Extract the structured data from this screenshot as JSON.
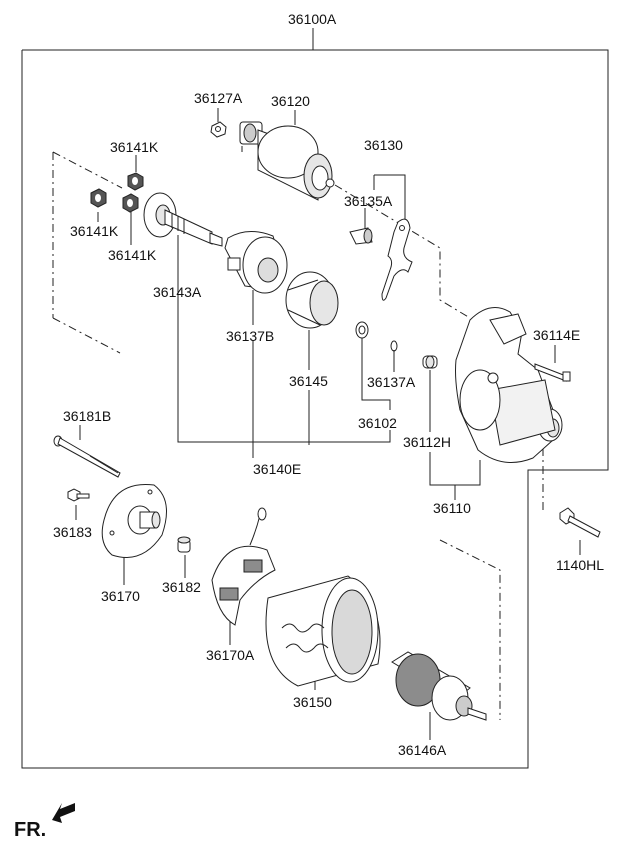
{
  "labels": {
    "assembly": "36100A",
    "nut_36127A": "36127A",
    "solenoid": "36120",
    "lever_set": "36130",
    "spring_36135A": "36135A",
    "nut_k_top": "36141K",
    "nut_k_left": "36141K",
    "nut_k_mid": "36141K",
    "shaft": "36143A",
    "gear_housing": "36137B",
    "pinion": "36145",
    "washer_kit": "36102",
    "ring_36137A": "36137A",
    "bolt_36114E": "36114E",
    "bushing_36112H": "36112H",
    "front_housing": "36110",
    "gear_group": "36140E",
    "through_bolt": "36181B",
    "screw_36183": "36183",
    "rear_cover": "36170",
    "bushing_36182": "36182",
    "brush_holder": "36170A",
    "yoke": "36150",
    "armature": "36146A",
    "bolt_1140HL": "1140HL",
    "front_marker": "FR."
  },
  "colors": {
    "line": "#222222",
    "part_fill_light": "#ffffff",
    "part_fill_shade": "#d9d9d9",
    "part_fill_dark": "#8c8c8c"
  }
}
